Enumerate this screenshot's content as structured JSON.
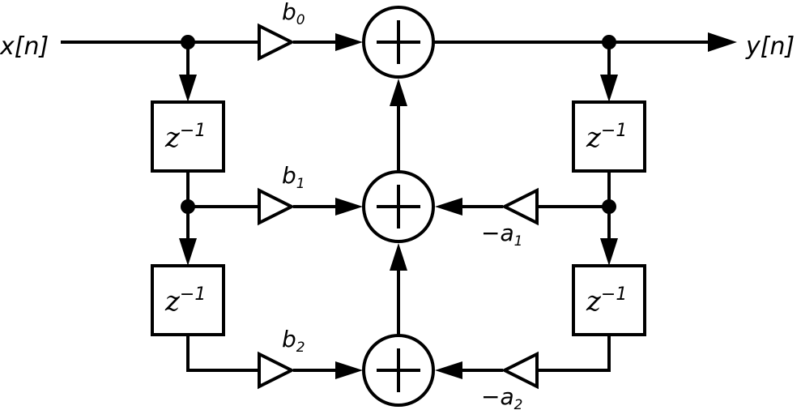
{
  "signals": {
    "input": "x[n]",
    "output": "y[n]"
  },
  "delay": {
    "base": "z",
    "exponent": "−1"
  },
  "feedforward": {
    "b0": {
      "symbol": "b",
      "index": "0"
    },
    "b1": {
      "symbol": "b",
      "index": "1"
    },
    "b2": {
      "symbol": "b",
      "index": "2"
    }
  },
  "feedback": {
    "a1": {
      "symbol": "−a",
      "index": "1"
    },
    "a2": {
      "symbol": "−a",
      "index": "2"
    }
  }
}
